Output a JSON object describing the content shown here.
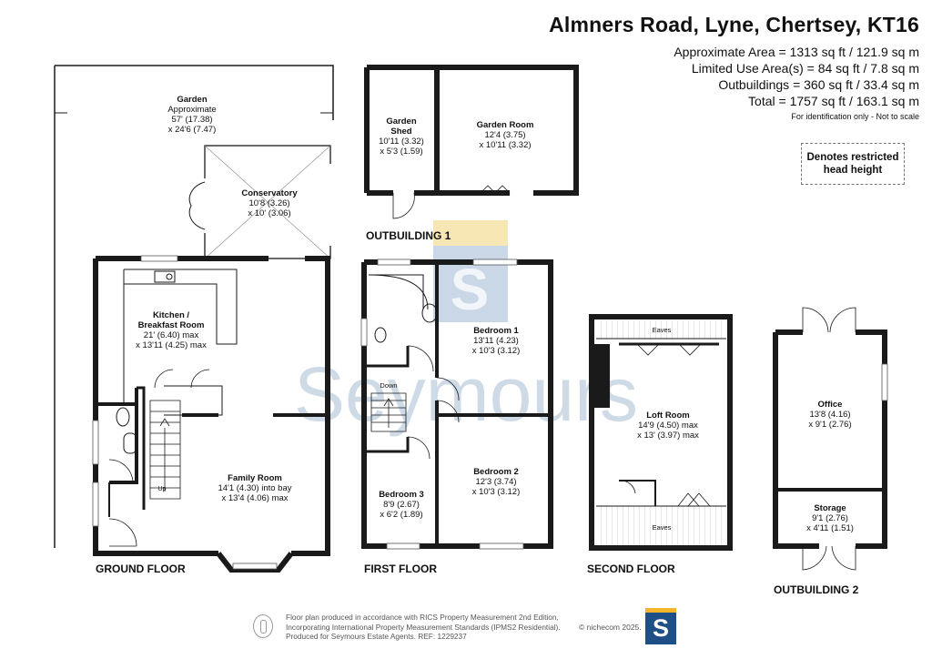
{
  "header": {
    "title": "Almners Road, Lyne, Chertsey, KT16",
    "areas": [
      "Approximate Area = 1313 sq ft / 121.9 sq m",
      "Limited Use Area(s) = 84 sq ft / 7.8 sq m",
      "Outbuildings = 360 sq ft / 33.4 sq m",
      "Total = 1757 sq ft / 163.1 sq m"
    ],
    "identification": "For identification only - Not to scale"
  },
  "legend": {
    "restricted_line1": "Denotes restricted",
    "restricted_line2": "head height"
  },
  "watermark": "Seymours",
  "floors": {
    "ground": "GROUND FLOOR",
    "first": "FIRST FLOOR",
    "second": "SECOND FLOOR",
    "outbuilding1": "OUTBUILDING 1",
    "outbuilding2": "OUTBUILDING 2"
  },
  "rooms": {
    "garden": {
      "name": "Garden",
      "line2": "Approximate",
      "line3": "57' (17.38)",
      "line4": "x 24'6 (7.47)"
    },
    "conservatory": {
      "name": "Conservatory",
      "line2": "10'8 (3.26)",
      "line3": "x 10' (3.06)"
    },
    "kitchen": {
      "name": "Kitchen /",
      "name2": "Breakfast Room",
      "line2": "21' (6.40) max",
      "line3": "x 13'11 (4.25) max"
    },
    "family": {
      "name": "Family Room",
      "line2": "14'1 (4.30) into bay",
      "line3": "x 13'4 (4.06) max"
    },
    "shed": {
      "name": "Garden",
      "name2": "Shed",
      "line2": "10'11 (3.32)",
      "line3": "x 5'3 (1.59)"
    },
    "garden_room": {
      "name": "Garden Room",
      "line2": "12'4 (3.75)",
      "line3": "x 10'11 (3.32)"
    },
    "bed1": {
      "name": "Bedroom 1",
      "line2": "13'11 (4.23)",
      "line3": "x 10'3 (3.12)"
    },
    "bed2": {
      "name": "Bedroom 2",
      "line2": "12'3 (3.74)",
      "line3": "x 10'3 (3.12)"
    },
    "bed3": {
      "name": "Bedroom 3",
      "line2": "8'9 (2.67)",
      "line3": "x 6'2 (1.89)"
    },
    "loft": {
      "name": "Loft Room",
      "line2": "14'9 (4.50) max",
      "line3": "x 13' (3.97) max"
    },
    "office": {
      "name": "Office",
      "line2": "13'8 (4.16)",
      "line3": "x 9'1 (2.76)"
    },
    "storage": {
      "name": "Storage",
      "line2": "9'1 (2.76)",
      "line3": "x 4'11 (1.51)"
    }
  },
  "stair_labels": {
    "up": "Up",
    "down": "Down"
  },
  "eaves": {
    "top": "Eaves",
    "bottom": "Eaves"
  },
  "footer": {
    "line1": "Floor plan produced in accordance with RICS Property Measurement 2nd Edition,",
    "line2": "Incorporating International Property Measurement Standards (IPMS2 Residential).",
    "line3": "Produced for Seymours Estate Agents.   REF: 1229237",
    "credit": "© nichecom 2025.",
    "logo_letter": "S"
  },
  "colors": {
    "wall": "#1a1a1a",
    "watermark_blue": "#b9cadb",
    "watermark_yellow": "#f6e7b4",
    "logo_blue": "#1e4f86",
    "logo_yellow": "#f5b52a"
  }
}
